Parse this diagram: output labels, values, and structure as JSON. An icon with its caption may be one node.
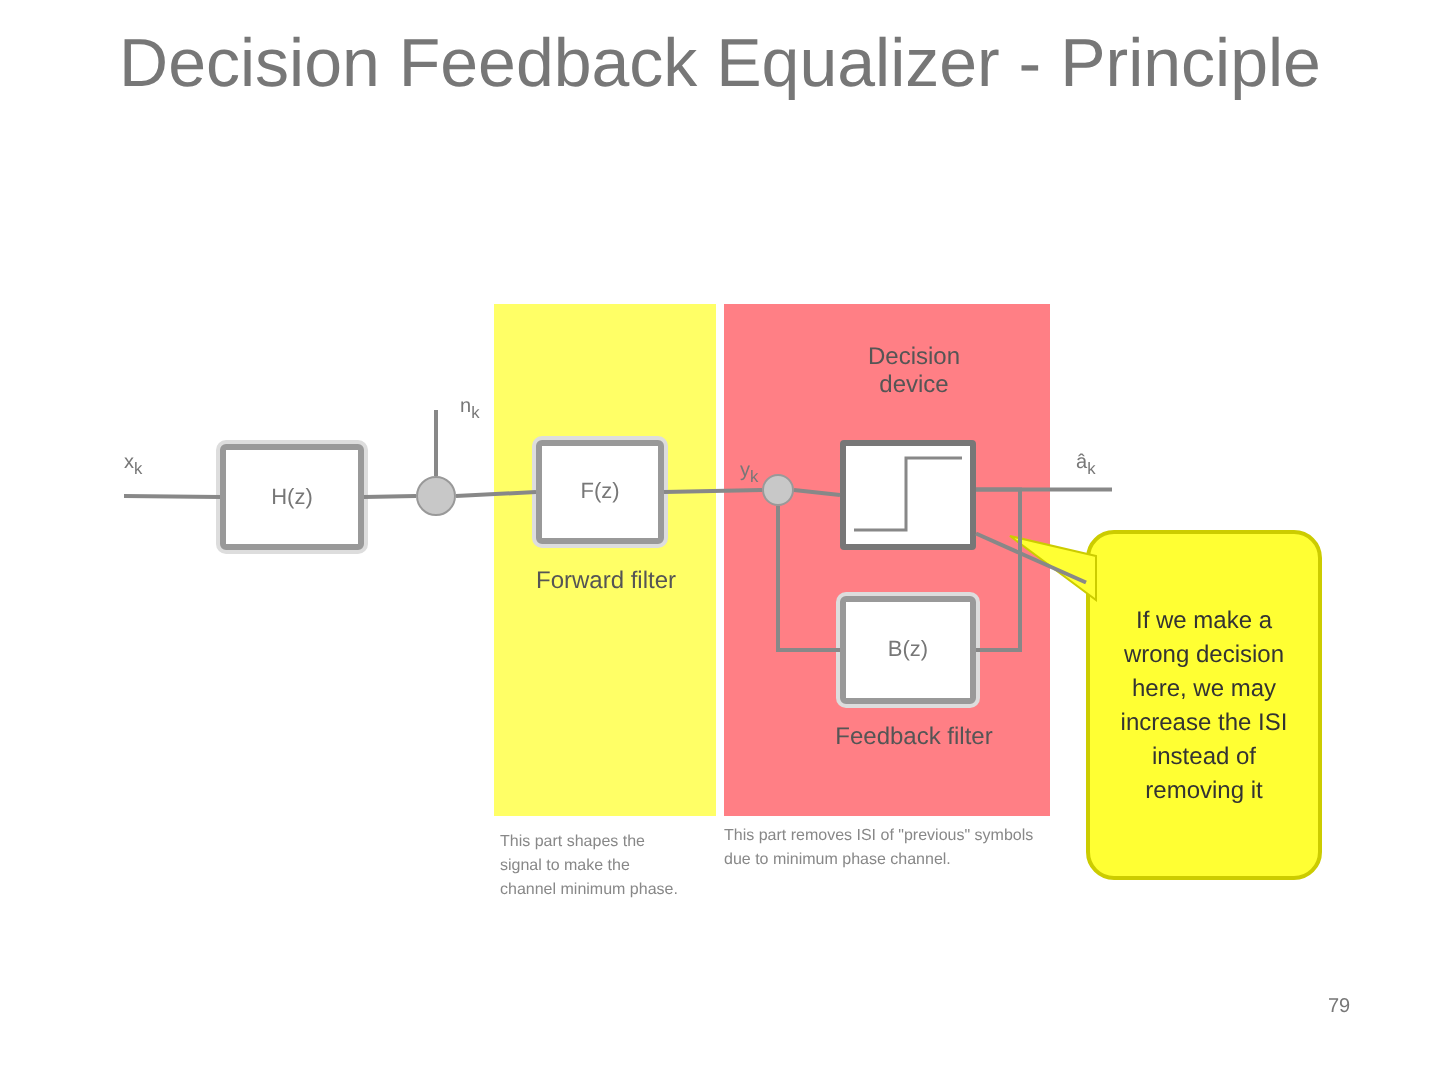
{
  "diagram": {
    "title": "Decision Feedback Equalizer - Principle",
    "nodes": [
      {
        "text": [
          "H(z)"
        ]
      },
      {
        "text": [],
        "shape": "circle"
      },
      {
        "text": [],
        "shape": "box"
      },
      {
        "text": [
          "F(z)"
        ],
        "in": 2,
        "beside": [
          "Forward filter"
        ]
      },
      {
        "text": [],
        "shape": "box"
      },
      {
        "text": [],
        "shape": "circle",
        "in": 4
      },
      {
        "text": [
          "Decision device"
        ],
        "in": 4
      },
      {
        "text": [
          "B(z)"
        ],
        "in": 4,
        "beside": [
          "Feedback filter"
        ]
      },
      {
        "text": [
          "If we make a wrong decision here, we may increase the ISI instead of removing it"
        ]
      },
      {
        "text": [
          "This part shapes the signal to make the channel minimum phase."
        ]
      },
      {
        "text": [
          "This part removes ISI of \"previous\" symbols due to minimum phase channel."
        ]
      }
    ],
    "edges": [
      {
        "from": null,
        "to": 0,
        "arrow": "none"
      },
      {
        "from": 0,
        "to": 1,
        "arrow": "none"
      },
      {
        "from": null,
        "to": 1,
        "arrow": "none"
      },
      {
        "from": 1,
        "to": 3,
        "arrow": "none"
      },
      {
        "from": 3,
        "to": 5,
        "arrow": "none"
      },
      {
        "from": 5,
        "to": 6,
        "arrow": "none"
      },
      {
        "from": 6,
        "to": null,
        "arrow": "none"
      },
      {
        "from": 6,
        "to": 7,
        "arrow": "none"
      },
      {
        "from": 7,
        "to": 5,
        "arrow": "none"
      },
      {
        "from": 8,
        "to": 6,
        "arrow": "none"
      }
    ],
    "labels": [
      "x$_{k}$",
      "n$_{k}$",
      "y$_{k}$",
      "â$_{k}$",
      "79"
    ]
  }
}
